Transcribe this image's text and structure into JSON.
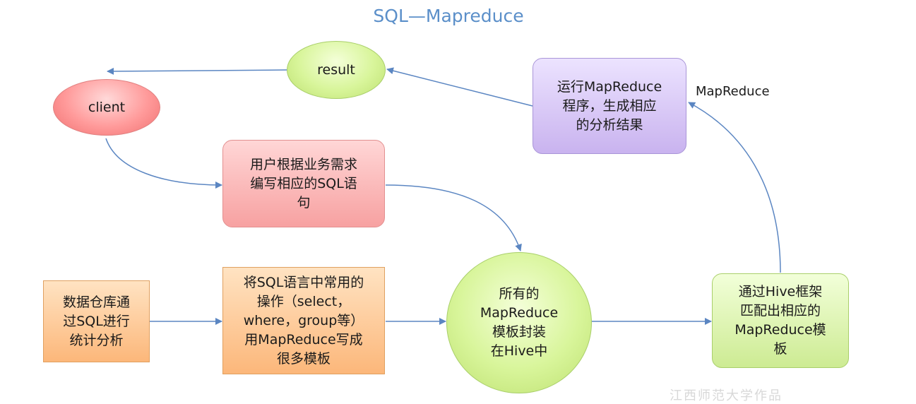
{
  "title": "SQL—Mapreduce",
  "nodes": {
    "client": "client",
    "result": "result",
    "write_sql": "用户根据业务需求\n编写相应的SQL语\n句",
    "run_mr": "运行MapReduce\n程序，生成相应\n的分析结果",
    "warehouse": "数据仓库通\n过SQL进行\n统计分析",
    "templates": "将SQL语言中常用的\n操作（select，\nwhere，group等）\n用MapReduce写成\n很多模板",
    "hive_templates": "所有的\nMapReduce\n模板封装\n在Hive中",
    "match": "通过Hive框架\n匹配出相应的\nMapReduce模\n板"
  },
  "edge_label_mapreduce": "MapReduce",
  "watermark": "江西师范大学作品",
  "colors": {
    "title": "#5b8fc9",
    "arrow": "#5b86c2"
  }
}
